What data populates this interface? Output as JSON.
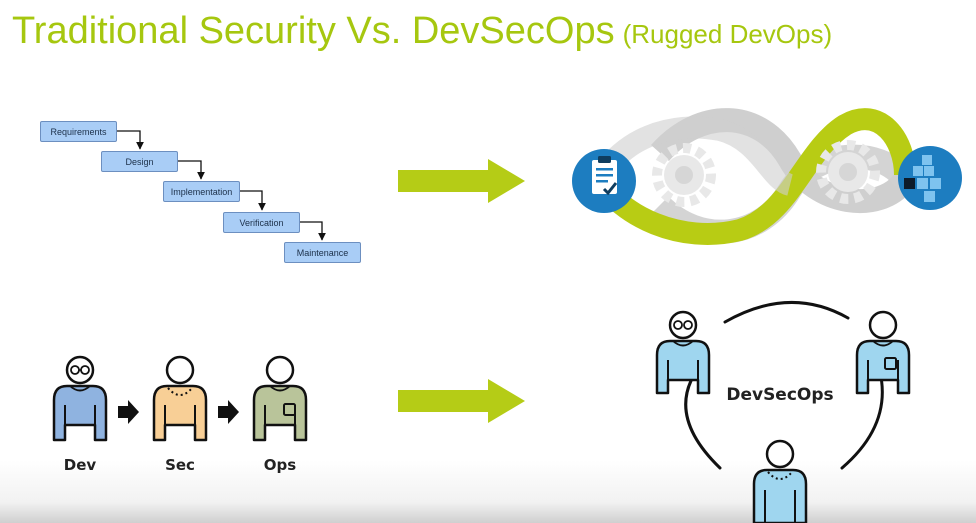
{
  "title": {
    "main": "Traditional Security Vs. DevSecOps",
    "sub": "(Rugged DevOps)",
    "color": "#a6c70f"
  },
  "waterfall": {
    "steps": [
      "Requirements",
      "Design",
      "Implementation",
      "Verification",
      "Maintenance"
    ],
    "box_color": "#a9cdf6"
  },
  "pipeline": {
    "roles": [
      "Dev",
      "Sec",
      "Ops"
    ],
    "colors": [
      "#8fb3e0",
      "#f8cf96",
      "#b9c49a"
    ]
  },
  "devsecops": {
    "label": "DevSecOps",
    "person_color": "#9fd6ef"
  },
  "infinity": {
    "colors": {
      "green": "#b8cc14",
      "gray": "#cfcfcf",
      "blue": "#1d7dc0"
    },
    "left_icon": "clipboard-checklist-icon",
    "right_icon": "blocks-icon"
  },
  "arrow_color": "#b5cc16"
}
